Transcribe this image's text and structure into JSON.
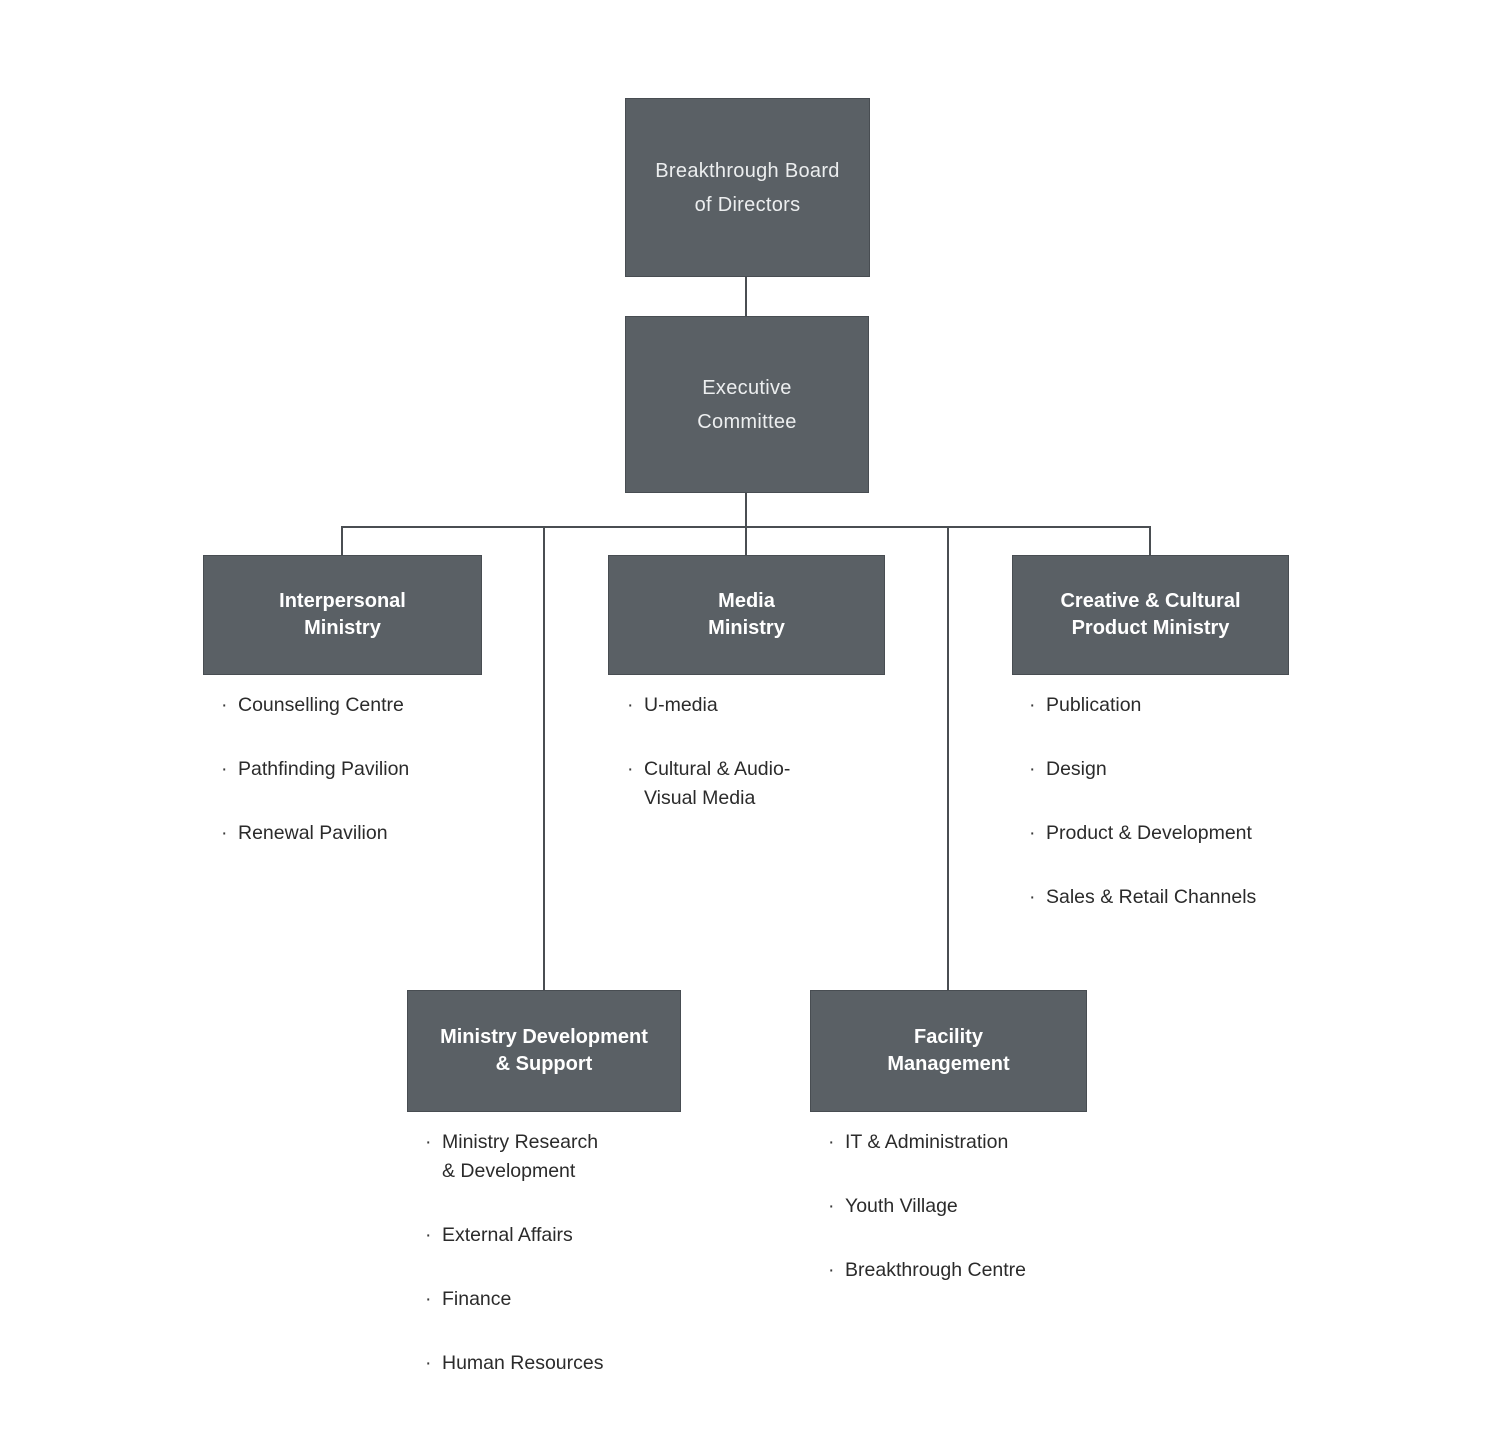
{
  "diagram_type": "org-chart",
  "list_style": {
    "bullet": "·"
  },
  "colors": {
    "box_fill": "#5a6065",
    "box_border": "#484d52",
    "box_text": "#eceeef",
    "line": "#4a4e52",
    "list_text": "#2b2b2b"
  },
  "board": {
    "label": "Breakthrough Board\nof Directors"
  },
  "executive": {
    "label": "Executive\nCommittee"
  },
  "ministries": [
    {
      "id": "interpersonal",
      "label": "Interpersonal\nMinistry",
      "items": [
        "Counselling Centre",
        "Pathfinding Pavilion",
        "Renewal Pavilion"
      ]
    },
    {
      "id": "media",
      "label": "Media\nMinistry",
      "items": [
        "U-media",
        "Cultural & Audio-\nVisual Media"
      ]
    },
    {
      "id": "creative",
      "label": "Creative & Cultural\nProduct Ministry",
      "items": [
        "Publication",
        "Design",
        "Product & Development",
        "Sales & Retail Channels"
      ]
    },
    {
      "id": "ministry-development",
      "label": "Ministry Development\n& Support",
      "items": [
        "Ministry Research\n& Development",
        "External Affairs",
        "Finance",
        "Human Resources"
      ]
    },
    {
      "id": "facility",
      "label": "Facility\nManagement",
      "items": [
        "IT & Administration",
        "Youth Village",
        "Breakthrough Centre"
      ]
    }
  ]
}
